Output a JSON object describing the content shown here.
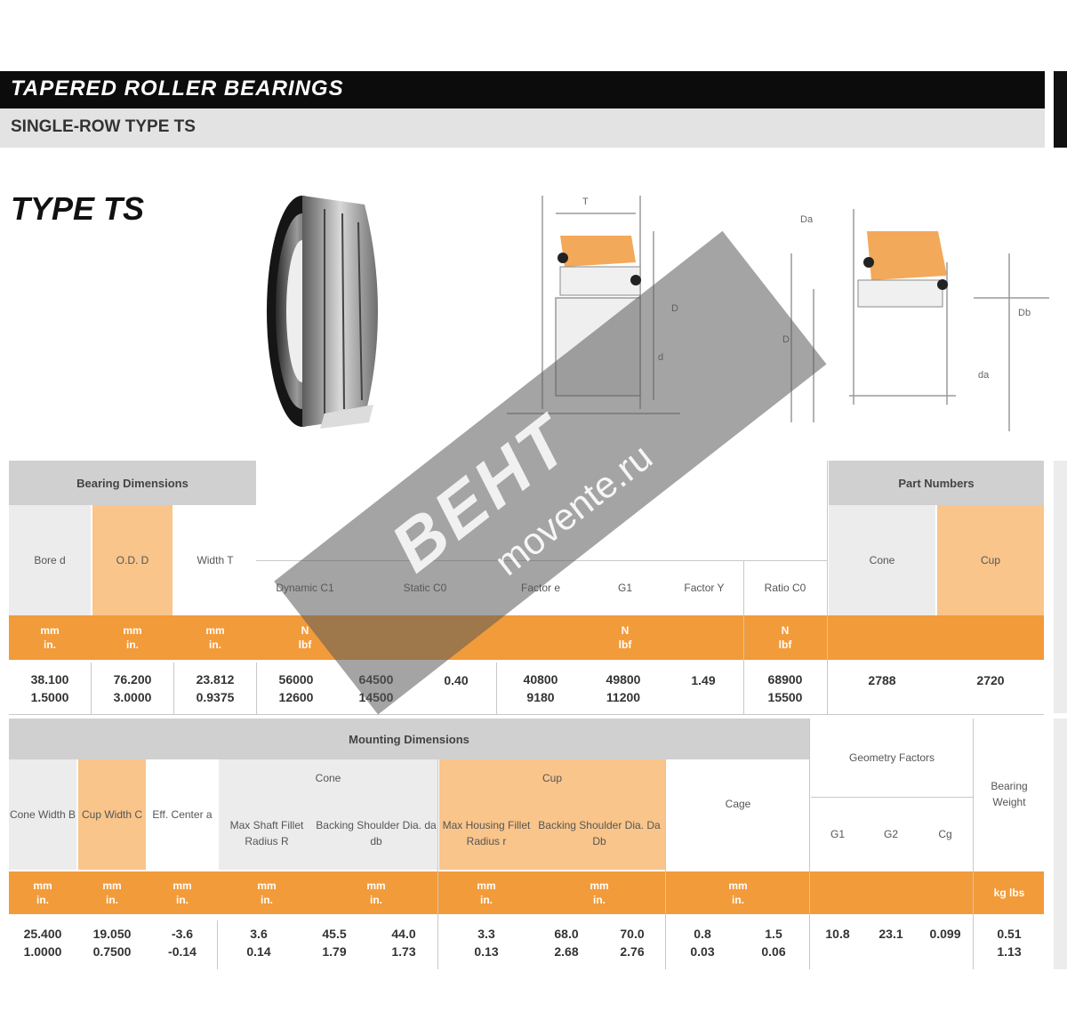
{
  "header": {
    "title": "TAPERED ROLLER BEARINGS",
    "subtitle": "SINGLE-ROW TYPE TS"
  },
  "type_heading": "TYPE TS",
  "watermark": {
    "brand": "BEHT",
    "site": "movente.ru"
  },
  "colors": {
    "accent_orange": "#f29b3a",
    "light_orange": "#f9c58b",
    "header_black": "#0c0c0c",
    "header_gray": "#d0d0d0"
  },
  "table1": {
    "group_bearing_dimensions": "Bearing Dimensions",
    "group_part_numbers": "Part Numbers",
    "col_bore": "Bore d",
    "col_od": "O.D. D",
    "col_width": "Width T",
    "col_dynamic": "Dynamic C1",
    "col_static": "Static C0",
    "col_factor": "Factor e",
    "col_g": "G1",
    "col_factor2": "Factor Y",
    "col_ratio": "Ratio C0",
    "col_cone": "Cone",
    "col_cup": "Cup",
    "unit_mm": "mm",
    "unit_in": "in.",
    "unit_n": "N",
    "unit_lbf": "lbf",
    "row": {
      "bore": [
        "38.100",
        "1.5000"
      ],
      "od": [
        "76.200",
        "3.0000"
      ],
      "width": [
        "23.812",
        "0.9375"
      ],
      "dynamic": [
        "56000",
        "12600"
      ],
      "static": [
        "64500",
        "14500"
      ],
      "factor": "0.40",
      "g": [
        "40800",
        "9180"
      ],
      "g2": [
        "49800",
        "11200"
      ],
      "factor2": "1.49",
      "ratio": [
        "68900",
        "15500"
      ],
      "cone": "2788",
      "cup": "2720"
    }
  },
  "table2": {
    "group_mounting": "Mounting Dimensions",
    "group_cone": "Cone",
    "group_cup": "Cup",
    "group_geometry": "Geometry Factors",
    "group_bearing_weight": "Bearing Weight",
    "col_cone_width": "Cone Width B",
    "col_cup_width": "Cup Width C",
    "col_eff_center": "Eff. Center a",
    "col_max_shaft_fillet": "Max Shaft Fillet Radius R",
    "col_backing_shoulder": "Backing Shoulder Dia. da db",
    "col_max_housing_fillet": "Max Housing Fillet Radius r",
    "col_backing_shoulder2": "Backing Shoulder Dia. Da Db",
    "col_cage": "Cage",
    "col_geo": [
      "G1",
      "G2",
      "Cg"
    ],
    "col_weight": "kg lbs",
    "row": {
      "cone_width": [
        "25.400",
        "1.0000"
      ],
      "cup_width": [
        "19.050",
        "0.7500"
      ],
      "eff_center": [
        "-3.6",
        "-0.14"
      ],
      "shaft_fillet": [
        "3.6",
        "0.14"
      ],
      "da": [
        "45.5",
        "1.79"
      ],
      "db": [
        "44.0",
        "1.73"
      ],
      "housing_fillet": [
        "3.3",
        "0.13"
      ],
      "Da": [
        "68.0",
        "2.68"
      ],
      "Db": [
        "70.0",
        "2.76"
      ],
      "cage1": [
        "0.8",
        "0.03"
      ],
      "cage2": [
        "1.5",
        "0.06"
      ],
      "g1": "10.8",
      "g2": "23.1",
      "cg": "0.099",
      "weight": [
        "0.51",
        "1.13"
      ]
    }
  }
}
